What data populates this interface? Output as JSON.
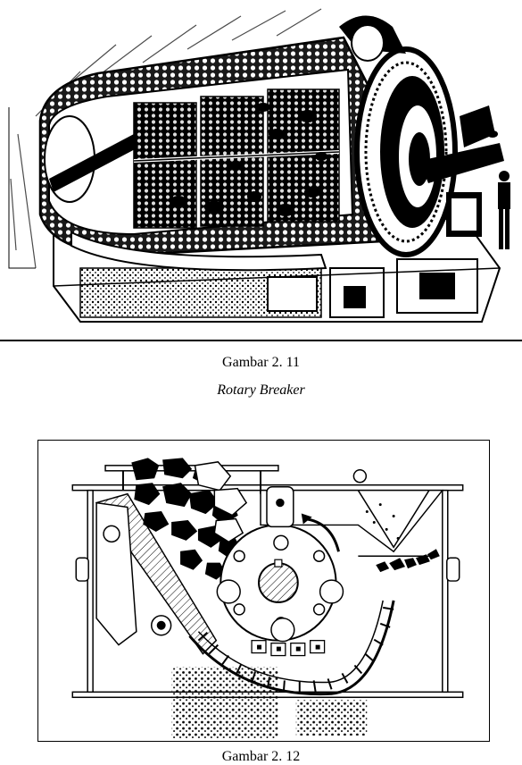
{
  "figure_1": {
    "caption_number": "Gambar 2. 11",
    "caption_title": "Rotary Breaker",
    "image_subject": "rotary-breaker-illustration"
  },
  "figure_2": {
    "caption_number": "Gambar 2. 12",
    "image_subject": "hammer-mill-crusher-cross-section"
  }
}
